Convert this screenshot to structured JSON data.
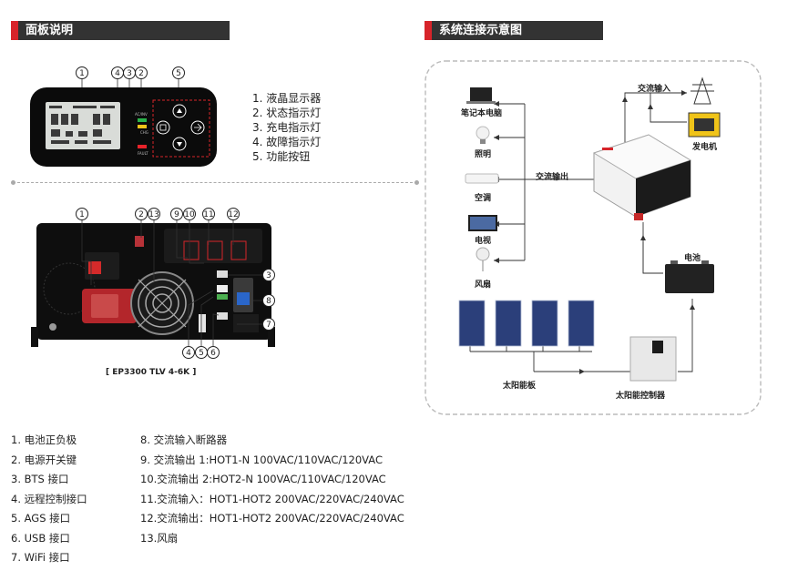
{
  "headers": {
    "panel": "面板说明",
    "system": "系统连接示意图"
  },
  "panel_callouts": [
    "1",
    "4",
    "3",
    "2",
    "5"
  ],
  "panel_items": [
    "1.  液晶显示器",
    "2.  状态指示灯",
    "3.  充电指示灯",
    "4.  故障指示灯",
    "5.  功能按钮"
  ],
  "panel_text": {
    "ac_inv": "AC/INV",
    "chg": "CHG",
    "fault": "FAULT"
  },
  "rear_callouts_top": [
    "1",
    "2",
    "13",
    "9",
    "10",
    "11",
    "12"
  ],
  "rear_callouts_right": [
    "3",
    "8",
    "7"
  ],
  "rear_callouts_bottom": [
    "4",
    "5",
    "6"
  ],
  "model_label": "[ EP3300 TLV 4-6K ]",
  "bottom_left": [
    "1.  电池正负极",
    "2.  电源开关键",
    "3.  BTS 接口",
    "4.  远程控制接口",
    "5.  AGS 接口",
    "6.  USB 接口",
    "7.  WiFi 接口"
  ],
  "bottom_right": [
    "8.  交流输入断路器",
    "9.  交流输出 1:HOT1-N 100VAC/110VAC/120VAC",
    "10.交流输出 2:HOT2-N 100VAC/110VAC/120VAC",
    "11.交流输入：HOT1-HOT2 200VAC/220VAC/240VAC",
    "12.交流输出：HOT1-HOT2 200VAC/220VAC/240VAC",
    "13.风扇"
  ],
  "system": {
    "laptop": "笔记本电脑",
    "light": "照明",
    "ac": "空调",
    "tv": "电视",
    "fan": "风扇",
    "ac_input": "交流输入",
    "ac_output": "交流输出",
    "generator": "发电机",
    "battery": "电池",
    "solar_panel": "太阳能板",
    "controller": "太阳能控制器"
  },
  "colors": {
    "accent_red": "#d7242a",
    "header_dark": "#333333"
  }
}
